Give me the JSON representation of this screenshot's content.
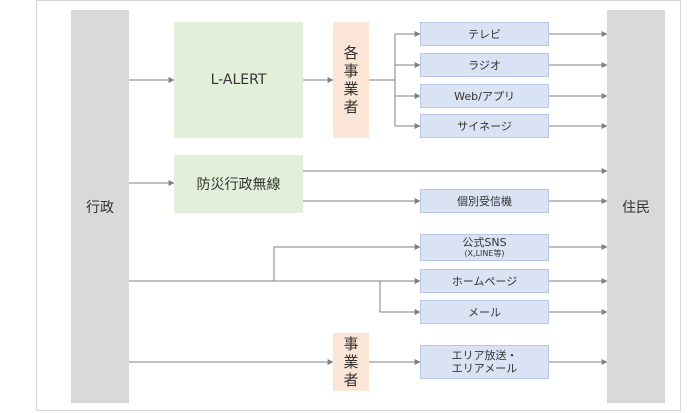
{
  "left_column": {
    "label": "行政"
  },
  "right_column": {
    "label": "住民"
  },
  "l_alert": {
    "label": "L-ALERT"
  },
  "bousai": {
    "label": "防災行政無線"
  },
  "kaku_jigyousha": {
    "chars": [
      "各",
      "事",
      "業",
      "者"
    ]
  },
  "jigyousha": {
    "chars": [
      "事",
      "業",
      "者"
    ]
  },
  "channels": {
    "tv": "テレビ",
    "radio": "ラジオ",
    "web_app": "Web/アプリ",
    "signage": "サイネージ",
    "kobetsu": "個別受信機",
    "sns_line1": "公式SNS",
    "sns_line2": "(X,LINE等)",
    "homepage": "ホームページ",
    "mail": "メール",
    "area_mail_line1": "エリア放送・",
    "area_mail_line2": "エリアメール"
  }
}
